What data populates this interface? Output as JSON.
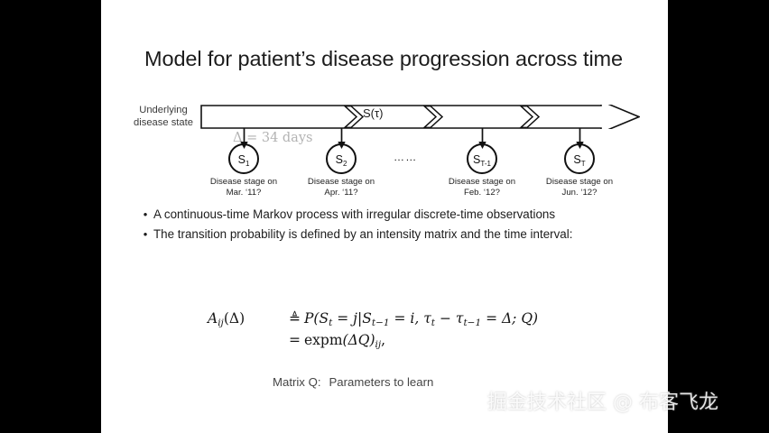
{
  "slide": {
    "title": "Model for patient’s disease progression across time",
    "timeline": {
      "axis_label_line1": "Underlying",
      "axis_label_line2": "disease state",
      "process_label": "S(τ)",
      "delta_annotation": "Δ = 34 days",
      "ellipsis": "……",
      "states": [
        {
          "symbol": "S",
          "subscript": "1",
          "caption_line1": "Disease stage on",
          "caption_line2": "Mar. ‘11?"
        },
        {
          "symbol": "S",
          "subscript": "2",
          "caption_line1": "Disease stage on",
          "caption_line2": "Apr. ‘11?"
        },
        {
          "symbol": "S",
          "subscript": "T-1",
          "caption_line1": "Disease stage on",
          "caption_line2": "Feb. ‘12?"
        },
        {
          "symbol": "S",
          "subscript": "T",
          "caption_line1": "Disease stage on",
          "caption_line2": "Jun. ‘12?"
        }
      ]
    },
    "bullets": [
      {
        "marker": "•",
        "text": "A continuous-time Markov process with irregular discrete-time observations"
      },
      {
        "marker": "•",
        "text": "The transition probability is defined by an intensity matrix and the time interval:"
      }
    ],
    "equation": {
      "lhs": "A",
      "lhs_sub": "ij",
      "lhs_arg": "(Δ)",
      "rel1": "≜",
      "rhs1_p": "P(",
      "rhs1_st": "S",
      "rhs1_st_sub": "t",
      "rhs1_eq_j": " = j|",
      "rhs1_stm1": "S",
      "rhs1_stm1_sub": "t−1",
      "rhs1_eq_i": " = i, ",
      "rhs1_tau_t": "τ",
      "rhs1_tau_t_sub": "t",
      "rhs1_minus": " − ",
      "rhs1_tau_tm1": "τ",
      "rhs1_tau_tm1_sub": "t−1",
      "rhs1_end": " = Δ; Q)",
      "rel2": "=",
      "rhs2_fn": "expm",
      "rhs2_arg": "(ΔQ)",
      "rhs2_sub": "ij",
      "rhs2_comma": ","
    },
    "matrix_note": {
      "label": "Matrix Q:",
      "value": "Parameters to learn"
    }
  },
  "watermark": {
    "text": "掘金技术社区 @ 布客飞龙"
  },
  "colors": {
    "letterbox": "#000000",
    "slide_background": "#ffffff",
    "title_text": "#1c1c1c",
    "body_text": "#1c1c1c",
    "delta_text": "#b3b3b3",
    "diagram_stroke": "#111111",
    "matrix_note_text": "#454545"
  }
}
